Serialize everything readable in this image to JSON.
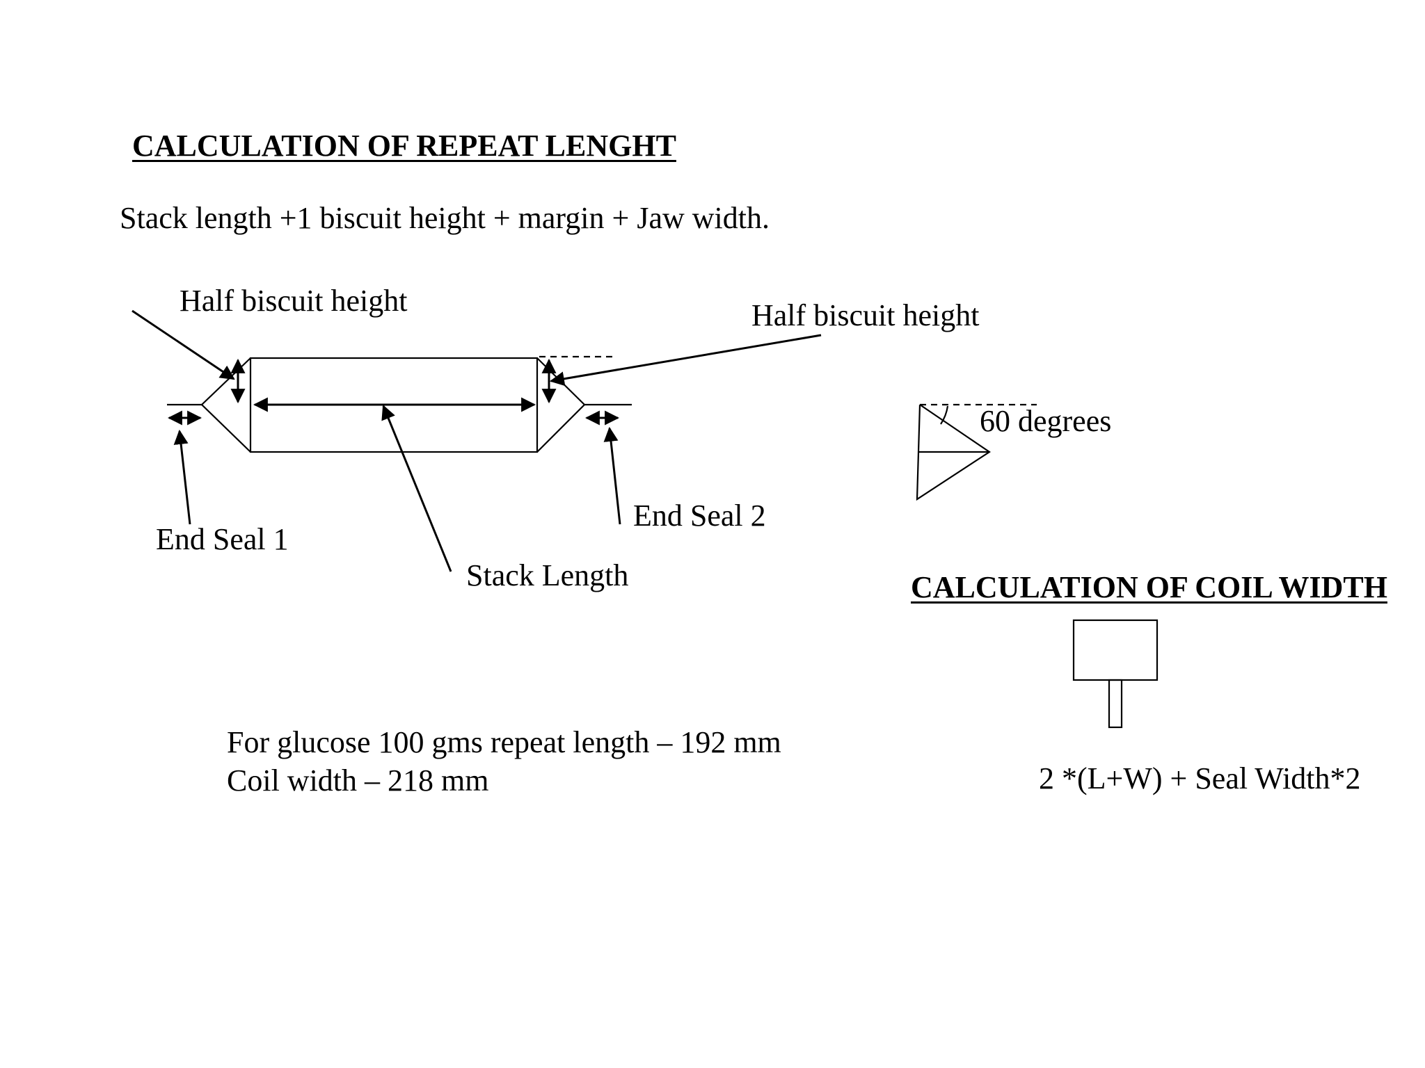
{
  "repeat_length": {
    "heading": "CALCULATION OF REPEAT LENGHT",
    "formula": "Stack length +1 biscuit height + margin + Jaw width.",
    "labels": {
      "half_biscuit_left": "Half biscuit height",
      "half_biscuit_right": "Half biscuit height",
      "end_seal_1": "End Seal 1",
      "end_seal_2": "End Seal 2",
      "stack_length": "Stack Length"
    }
  },
  "angle_label": "60 degrees",
  "coil_width": {
    "heading": "CALCULATION OF COIL WIDTH",
    "formula": "2 *(L+W) + Seal Width*2"
  },
  "results": {
    "line1": "For glucose 100 gms repeat length – 192 mm",
    "line2": "Coil width – 218 mm"
  }
}
